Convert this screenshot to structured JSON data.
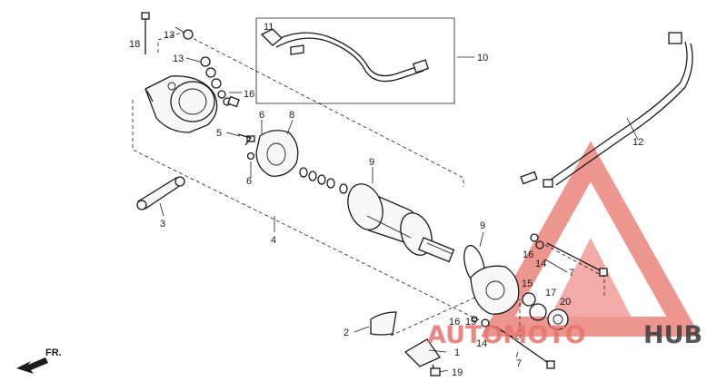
{
  "callouts": {
    "c1": "1",
    "c2": "2",
    "c3": "3",
    "c4": "4",
    "c5": "5",
    "c6a": "6",
    "c6b": "6",
    "c7a": "7",
    "c7b": "7",
    "c8": "8",
    "c9a": "9",
    "c9b": "9",
    "c10": "10",
    "c11": "11",
    "c12": "12",
    "c13a": "13",
    "c13b": "13",
    "c14a": "14",
    "c14b": "14",
    "c15a": "15",
    "c15b": "15",
    "c16a": "16",
    "c16b": "16",
    "c16c": "16",
    "c17": "17",
    "c18": "18",
    "c19": "19",
    "c20": "20"
  },
  "fr_label": "FR.",
  "watermark": {
    "part1": "AUTOMOTO",
    "part2": "HUB",
    "red": "#e8736b",
    "dark": "#3a3a3a"
  }
}
